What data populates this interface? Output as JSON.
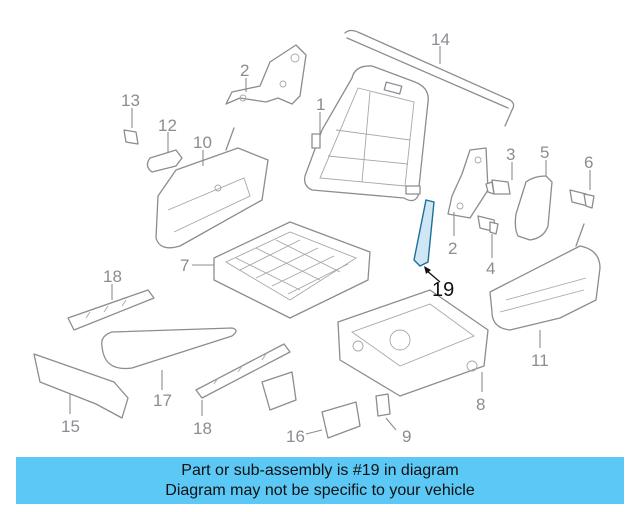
{
  "callouts": {
    "c1": "1",
    "c2a": "2",
    "c2b": "2",
    "c3": "3",
    "c4": "4",
    "c5": "5",
    "c6": "6",
    "c7": "7",
    "c8": "8",
    "c9": "9",
    "c10": "10",
    "c11": "11",
    "c12": "12",
    "c13": "13",
    "c14": "14",
    "c15": "15",
    "c16": "16",
    "c17": "17",
    "c18a": "18",
    "c18b": "18",
    "c19": "19"
  },
  "highlighted_part": "19",
  "banner": {
    "line1": "Part or sub-assembly is #19 in diagram",
    "line2": "Diagram may not be specific to your vehicle",
    "background": "#5bc8f5"
  },
  "colors": {
    "line": "#8a8d91",
    "highlight": "#1f6f9b"
  }
}
